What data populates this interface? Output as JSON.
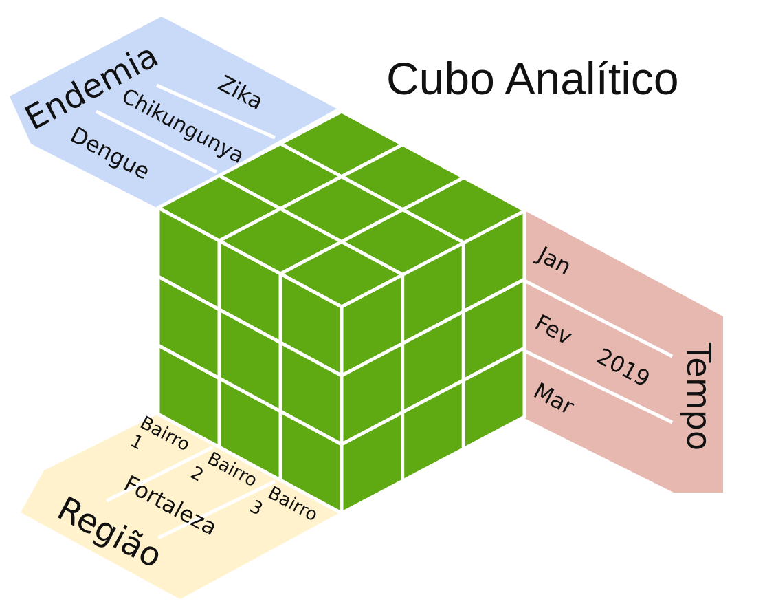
{
  "title": "Cubo Analítico",
  "dimensions": {
    "endemia": {
      "label": "Endemia",
      "items": [
        "Zika",
        "Chikungunya",
        "Dengue"
      ]
    },
    "tempo": {
      "label": "Tempo",
      "group": "2019",
      "items": [
        "Jan",
        "Fev",
        "Mar"
      ]
    },
    "regiao": {
      "label": "Região",
      "group": "Fortaleza",
      "items": [
        {
          "line1": "Bairro",
          "line2": "1"
        },
        {
          "line1": "Bairro",
          "line2": "2"
        },
        {
          "line1": "Bairro",
          "line2": "3"
        }
      ]
    }
  },
  "cube": {
    "size": 3,
    "color": "#5fa912",
    "grid_color": "#ffffff"
  },
  "colors": {
    "endemia_panel": "#c9daf8",
    "tempo_panel": "#e6b8af",
    "regiao_panel": "#fff2cc"
  }
}
